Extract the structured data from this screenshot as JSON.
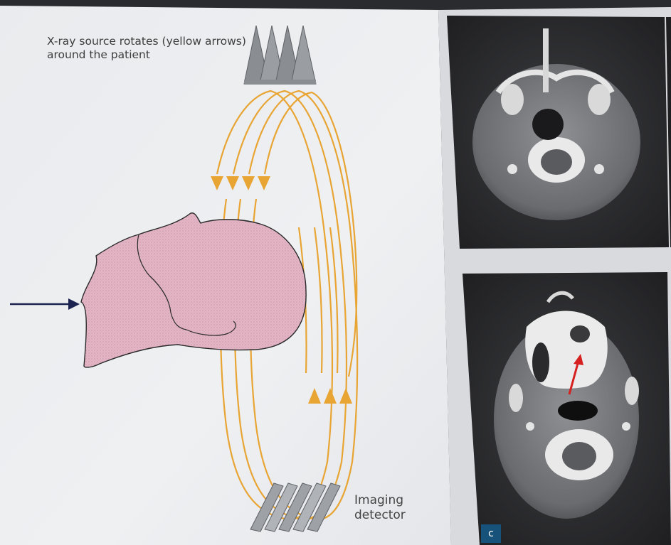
{
  "diagram": {
    "source_caption": "X-ray source rotates (yellow arrows) around the patient",
    "detector_caption": "Imaging detector",
    "panel_label": "c",
    "colors": {
      "arrows": "#e8a534",
      "head_fill": "#e2b3c3",
      "direction_arrow": "#1d2350",
      "source": "#8a8d92",
      "detector": "#9ea1a6",
      "page": "#eeeff1",
      "panel_blue": "#17527a",
      "marker_arrow": "#d61f1f"
    },
    "icons": {
      "xray_source": "xray-source-icon",
      "detector": "detector-icon",
      "patient_head": "patient-head-icon"
    }
  }
}
